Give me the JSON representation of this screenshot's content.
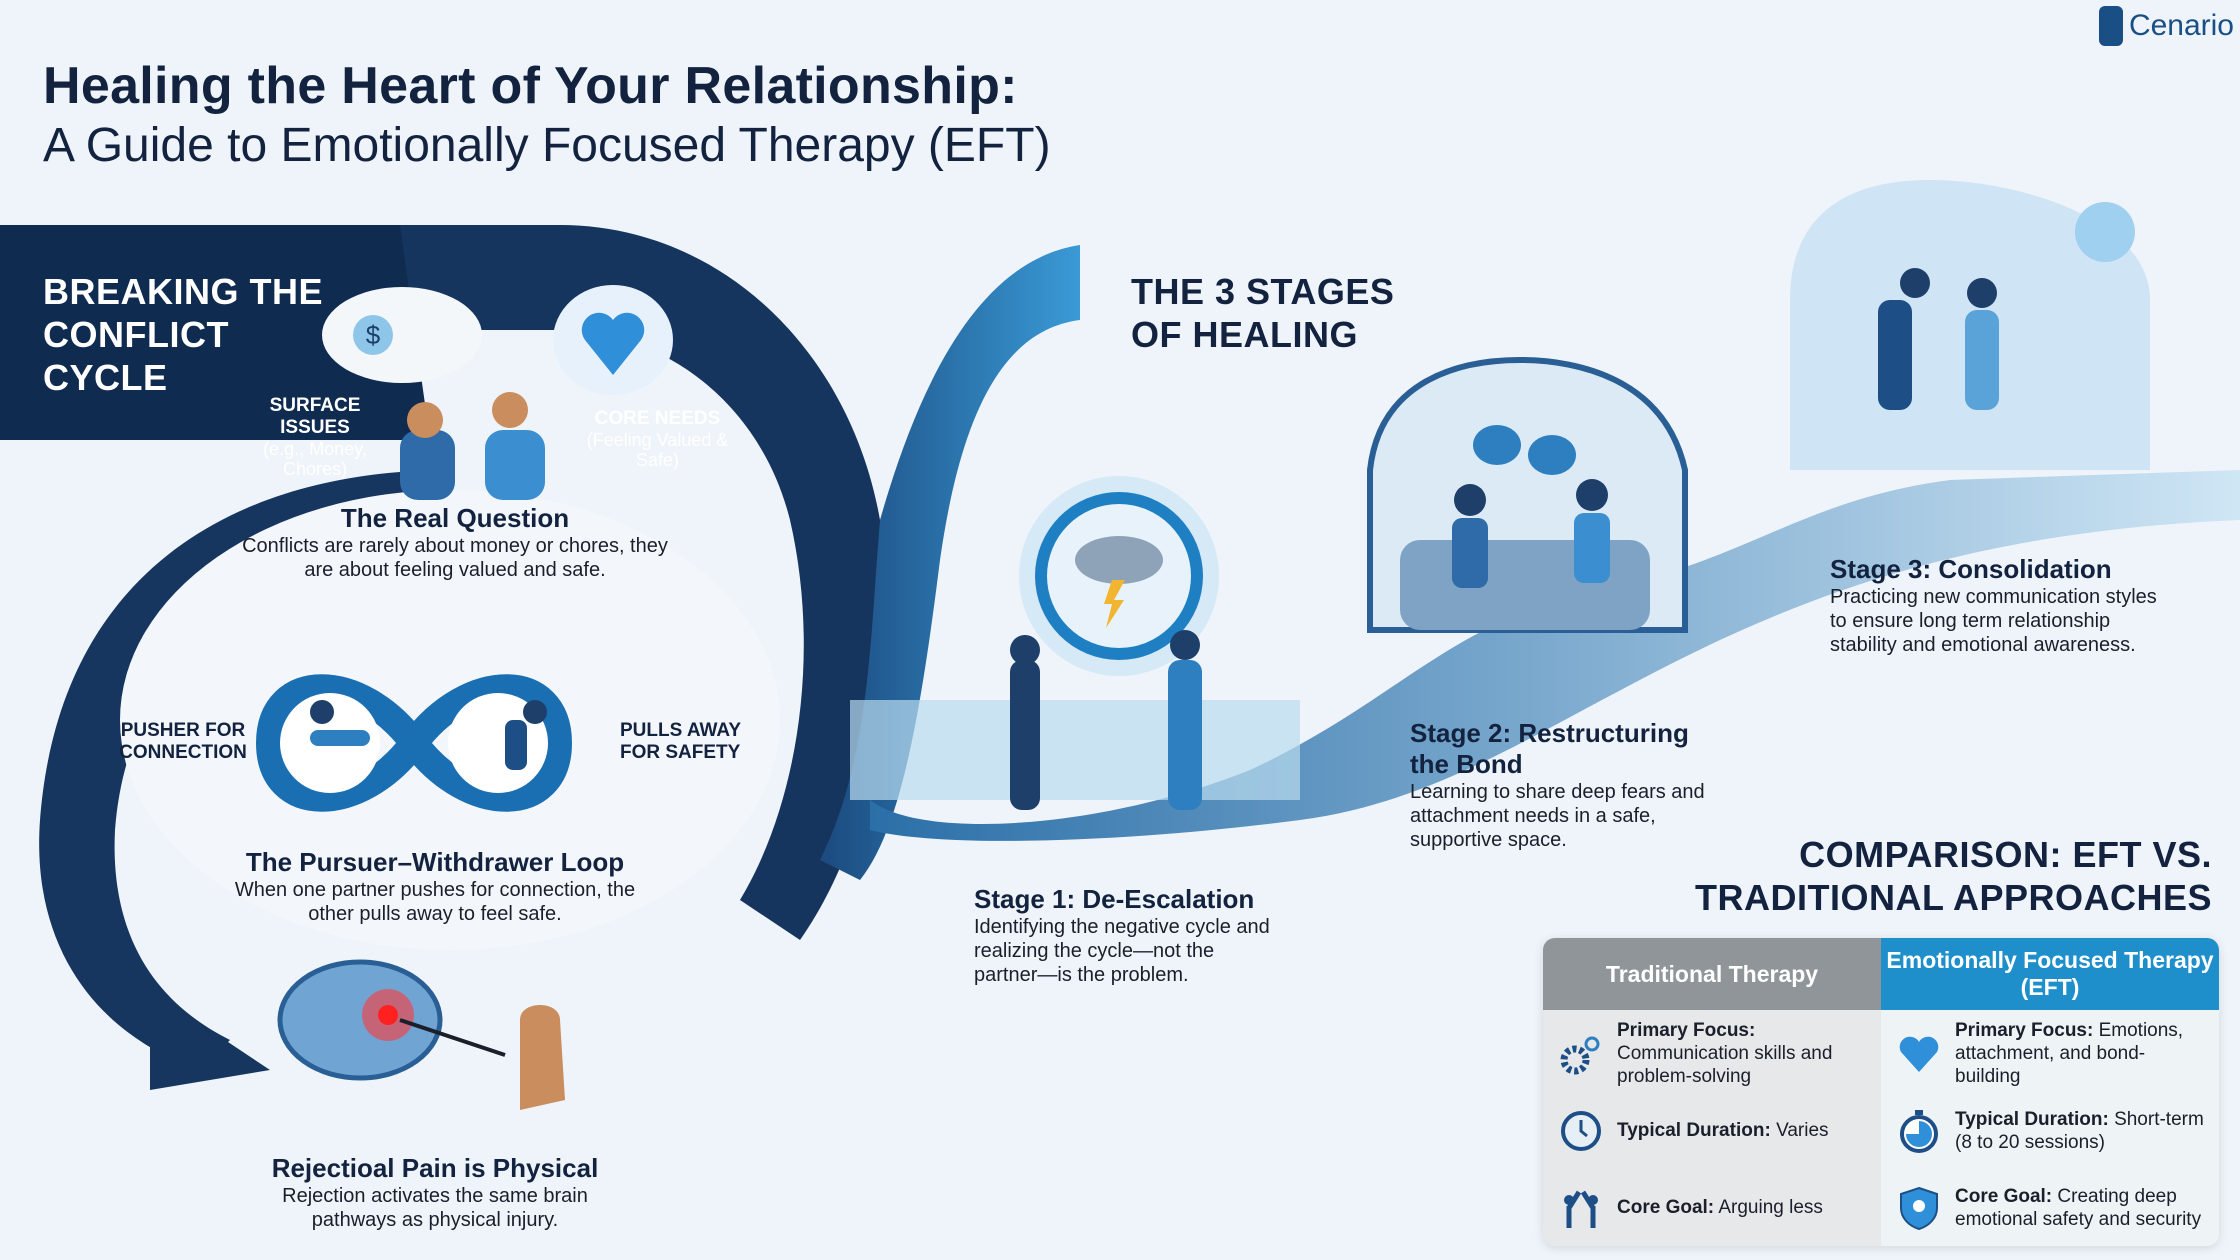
{
  "brand": {
    "name": "Cenario"
  },
  "header": {
    "title": "Healing the Heart of Your Relationship:",
    "subtitle": "A Guide to Emotionally Focused Therapy (EFT)"
  },
  "conflict": {
    "heading": "BREAKING THE CONFLICT CYCLE",
    "surface_label": "SURFACE ISSUES",
    "surface_sub": "(e.g., Money, Chores)",
    "core_label": "CORE NEEDS",
    "core_sub": "(Feeling Valued & Safe)",
    "real_title": "The Real Question",
    "real_text": "Conflicts are rarely about money or chores, they are about feeling valued and safe.",
    "pusher": "PUSHER FOR CONNECTION",
    "puller": "PULLS AWAY FOR SAFETY",
    "loop_title": "The Pursuer–Withdrawer Loop",
    "loop_text": "When one partner pushes for connection, the other pulls away to feel safe.",
    "pain_title": "Rejectioal Pain is Physical",
    "pain_text": "Rejection activates the same brain pathways as physical injury."
  },
  "stages": {
    "heading": "THE 3 STAGES OF HEALING",
    "items": [
      {
        "title": "Stage 1: De-Escalation",
        "text": "Identifying the negative cycle and realizing the cycle—not the partner—is the problem."
      },
      {
        "title": "Stage 2: Restructuring the Bond",
        "text": "Learning to share deep fears and attachment needs in a safe, supportive space."
      },
      {
        "title": "Stage 3: Consolidation",
        "text": "Practicing new communication styles to ensure long term relationship stability and emotional awareness."
      }
    ]
  },
  "comparison": {
    "heading": "COMPARISON: EFT VS. TRADITIONAL APPROACHES",
    "columns": [
      {
        "header": "Traditional Therapy",
        "rows": [
          {
            "icon": "gears-icon",
            "label": "Primary Focus:",
            "value": "Communication skills and problem-solving"
          },
          {
            "icon": "clock-icon",
            "label": "Typical Duration:",
            "value": "Varies"
          },
          {
            "icon": "high-five-icon",
            "label": "Core Goal:",
            "value": "Arguing less"
          }
        ]
      },
      {
        "header": "Emotionally Focused Therapy (EFT)",
        "rows": [
          {
            "icon": "heart-handshake-icon",
            "label": "Primary Focus:",
            "value": "Emotions, attachment, and bond-building"
          },
          {
            "icon": "stopwatch-icon",
            "label": "Typical Duration:",
            "value": "Short-term (8 to 20 sessions)"
          },
          {
            "icon": "shield-family-icon",
            "label": "Core Goal:",
            "value": "Creating deep emotional safety and security"
          }
        ]
      }
    ]
  },
  "colors": {
    "navy": "#13233f",
    "blue": "#1e8fcb",
    "gray": "#8f9599"
  }
}
